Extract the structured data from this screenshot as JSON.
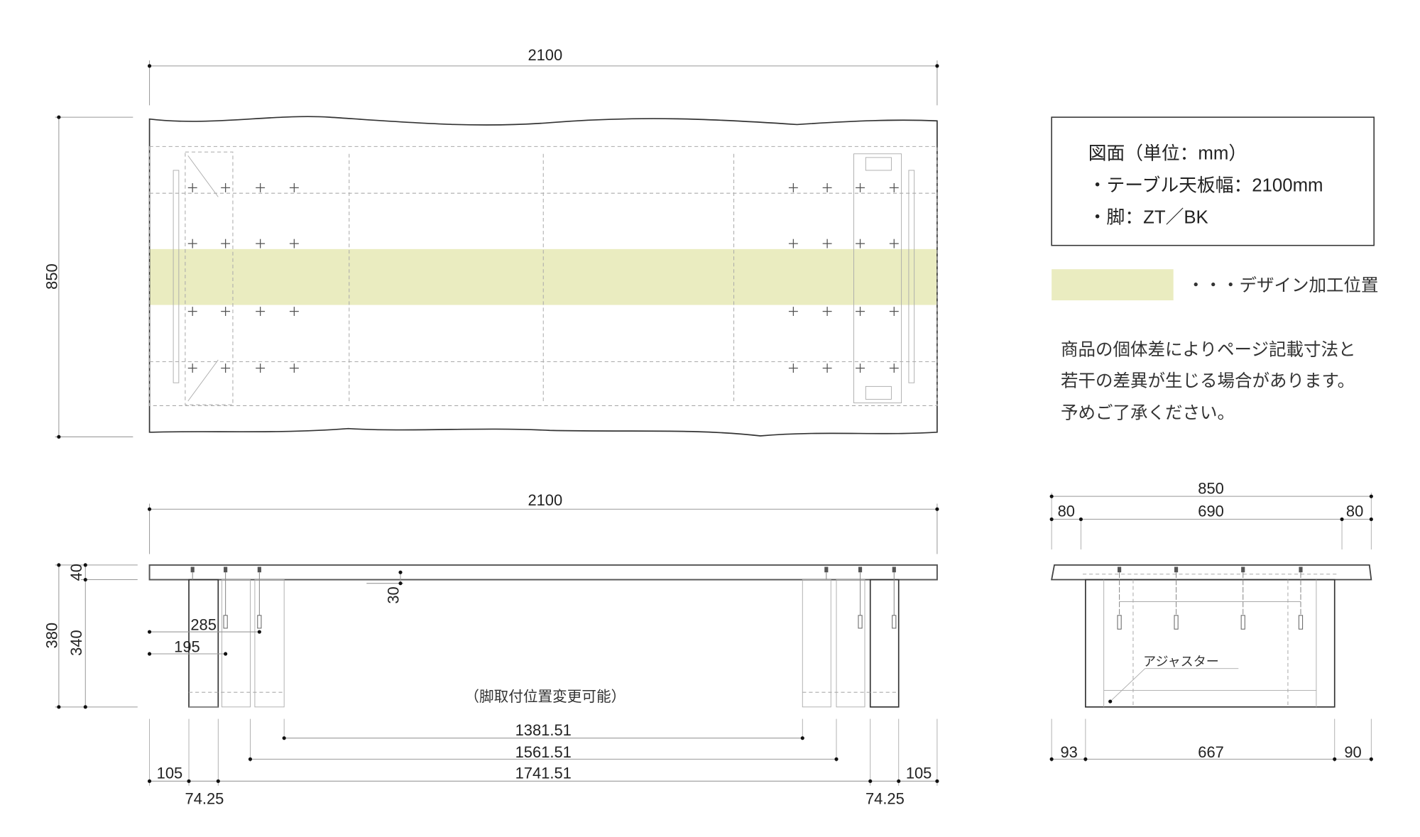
{
  "colors": {
    "design_band": "#eaecc0",
    "line": "#333333"
  },
  "top_view": {
    "width_label": "2100",
    "depth_label": "850"
  },
  "info_box": {
    "line1": "図面（単位：mm）",
    "line2": "・テーブル天板幅：2100mm",
    "line3": "・脚：ZT／BK"
  },
  "legend": {
    "label": "・・・デザイン加工位置"
  },
  "note": {
    "line1": "商品の個体差によりページ記載寸法と",
    "line2": "若干の差異が生じる場合があります。",
    "line3": "予めご了承ください。"
  },
  "front_view": {
    "width_label": "2100",
    "top_thickness": "40",
    "leg_height": "340",
    "total_height": "380",
    "apron_depth": "30",
    "dim_285": "285",
    "dim_195": "195",
    "leg_note": "（脚取付位置変更可能）",
    "span_inner": "1381.51",
    "span_mid": "1561.51",
    "span_outer": "1741.51",
    "left_offset": "105",
    "right_offset": "105",
    "left_leg_width": "74.25",
    "right_leg_width": "74.25"
  },
  "side_view": {
    "depth_label": "850",
    "overhang_left": "80",
    "inner_width": "690",
    "overhang_right": "80",
    "leg_offset_left": "93",
    "leg_span": "667",
    "leg_offset_right": "90",
    "adjuster_label": "アジャスター"
  }
}
